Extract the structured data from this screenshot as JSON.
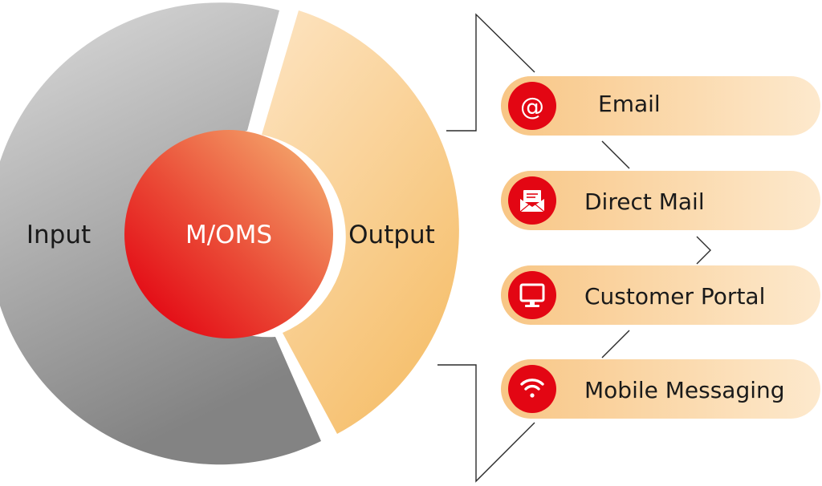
{
  "diagram": {
    "input_label": "Input",
    "core_label": "M/OMS",
    "output_label": "Output",
    "channels": [
      {
        "label": "Email",
        "icon": "at-sign-icon"
      },
      {
        "label": "Direct Mail",
        "icon": "envelope-letter-icon"
      },
      {
        "label": "Customer Portal",
        "icon": "monitor-icon"
      },
      {
        "label": "Mobile Messaging",
        "icon": "wifi-icon"
      }
    ]
  },
  "colors": {
    "input_gray_light": "#d9d9d9",
    "input_gray_dark": "#878787",
    "output_peach_light": "#fde3bd",
    "output_peach_dark": "#f6c272",
    "core_red": "#e30613",
    "core_orange": "#f29d63",
    "pill_light": "#fde7c7",
    "pill_dark": "#f9c98a",
    "icon_red": "#e30613"
  }
}
